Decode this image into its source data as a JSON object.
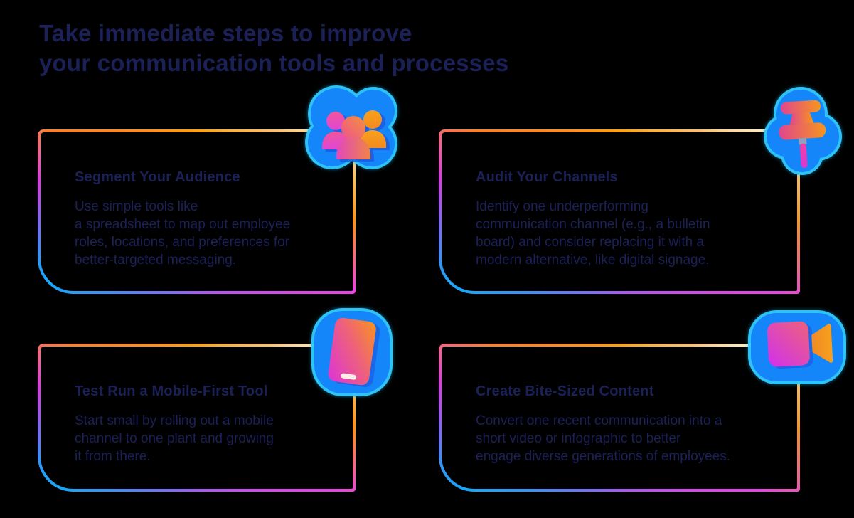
{
  "title": "Take immediate steps to improve\nyour communication tools and processes",
  "cards": [
    {
      "icon": "audience-icon",
      "heading": "Segment Your Audience",
      "body": "Use simple tools like\na spreadsheet to map out employee\nroles, locations, and preferences for\nbetter-targeted messaging."
    },
    {
      "icon": "pushpin-icon",
      "heading": "Audit Your Channels",
      "body": "Identify one underperforming\ncommunication channel (e.g., a bulletin\nboard) and consider replacing it with a\nmodern alternative, like digital signage."
    },
    {
      "icon": "mobile-phone-icon",
      "heading": "Test Run a Mobile-First Tool",
      "body": "Start small by rolling out a mobile\nchannel to one plant and growing\nit from there."
    },
    {
      "icon": "video-camera-icon",
      "heading": "Create Bite-Sized Content",
      "body": "Convert one recent communication into a\nshort video or infographic to better\nengage diverse generations of employees."
    }
  ],
  "colors": {
    "background": "#000000",
    "text_navy": "#1B2157",
    "border_orange": "#F8951D",
    "border_cream": "#FBEDCC",
    "border_magenta": "#E744E6",
    "border_purple": "#A45BF2",
    "border_blue": "#2B9BF5",
    "border_cyan": "#18A8F8",
    "blob_blue": "#1586FA",
    "blob_glow_cyan": "#31C9FF",
    "icon_orange": "#F8951D",
    "icon_pink": "#F2549B",
    "icon_magenta": "#DE47D6"
  }
}
